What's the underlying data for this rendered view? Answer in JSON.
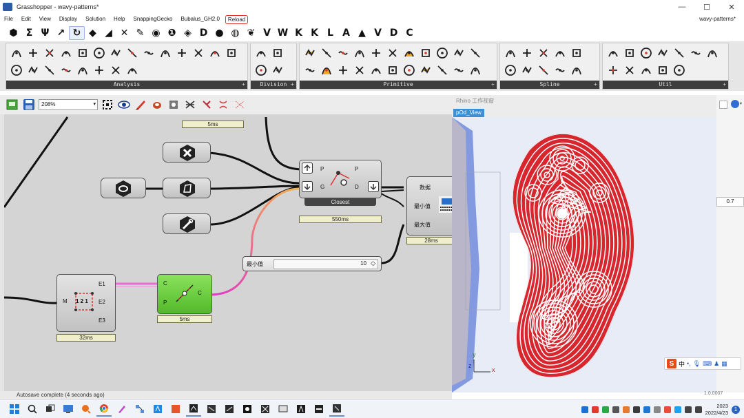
{
  "window": {
    "title": "Grasshopper - wavy-patterns*",
    "minimize": "—",
    "maximize": "☐",
    "close": "✕",
    "file_label": "wavy-patterns*"
  },
  "menu": {
    "items": [
      "File",
      "Edit",
      "View",
      "Display",
      "Solution",
      "Help",
      "SnappingGecko",
      "Bubalus_GH2.0"
    ],
    "reload": "Reload"
  },
  "tabs": [
    {
      "glyph": "⬢",
      "name": "params"
    },
    {
      "glyph": "Σ",
      "name": "maths"
    },
    {
      "glyph": "Ψ",
      "name": "sets"
    },
    {
      "glyph": "↗",
      "name": "vector"
    },
    {
      "glyph": "↻",
      "name": "curve"
    },
    {
      "glyph": "◆",
      "name": "surface"
    },
    {
      "glyph": "◢",
      "name": "mesh"
    },
    {
      "glyph": "✕",
      "name": "intersect"
    },
    {
      "glyph": "✎",
      "name": "transform"
    },
    {
      "glyph": "◉",
      "name": "display"
    },
    {
      "glyph": "❶",
      "name": "plugin-1"
    },
    {
      "glyph": "◈",
      "name": "plugin-2"
    },
    {
      "glyph": "D",
      "name": "plugin-d1"
    },
    {
      "glyph": "●",
      "name": "plugin-3"
    },
    {
      "glyph": "◍",
      "name": "plugin-4"
    },
    {
      "glyph": "❦",
      "name": "plugin-5"
    },
    {
      "glyph": "V",
      "name": "plugin-v1"
    },
    {
      "glyph": "W",
      "name": "plugin-w"
    },
    {
      "glyph": "K",
      "name": "plugin-k1"
    },
    {
      "glyph": "K",
      "name": "plugin-k2"
    },
    {
      "glyph": "L",
      "name": "plugin-l"
    },
    {
      "glyph": "A",
      "name": "plugin-a"
    },
    {
      "glyph": "▲",
      "name": "plugin-6"
    },
    {
      "glyph": "V",
      "name": "plugin-v2"
    },
    {
      "glyph": "D",
      "name": "plugin-d2"
    },
    {
      "glyph": "C",
      "name": "plugin-c"
    }
  ],
  "ribbon": {
    "panels": [
      {
        "label": "Analysis",
        "icons": 22
      },
      {
        "label": "Division",
        "icons": 4
      },
      {
        "label": "Primitive",
        "icons": 22
      },
      {
        "label": "Spline",
        "icons": 10
      },
      {
        "label": "Util",
        "icons": 12
      }
    ],
    "plus": "+"
  },
  "canvas_toolbar": {
    "zoom": "208%",
    "zoom_arrow": "▾"
  },
  "canvas": {
    "timers": {
      "top": "5ms",
      "closest": "550ms",
      "sort": "28ms",
      "polyline": "32ms",
      "green": "5ms"
    },
    "closest_node": {
      "name": "Closest",
      "in1": "P",
      "in2": "G",
      "out1": "P",
      "out2": "D"
    },
    "sort_node": {
      "out1": "数据",
      "out2": "最小值",
      "out3": "最大值"
    },
    "slider": {
      "label": "最小值",
      "value": "10",
      "diamond": "◇"
    },
    "poly_node": {
      "in": "M",
      "center": "1 2 1",
      "out1": "E1",
      "out2": "E2",
      "out3": "E3"
    },
    "green_node": {
      "in1": "C",
      "in2": "P",
      "out": "C"
    },
    "autosave": "Autosave complete (4 seconds ago)"
  },
  "rhino": {
    "title": "Rhino 工作视窗",
    "viewport_tab": "pOd_View",
    "side_value": "0.7",
    "axis_y": "y",
    "axis_z": "z",
    "axis_x": "x",
    "ime": {
      "logo": "S",
      "text": "中"
    },
    "version": "1.0.0007"
  },
  "taskbar": {
    "clock_time": "2023",
    "clock_date": "2022/4/23",
    "notification": "1"
  }
}
